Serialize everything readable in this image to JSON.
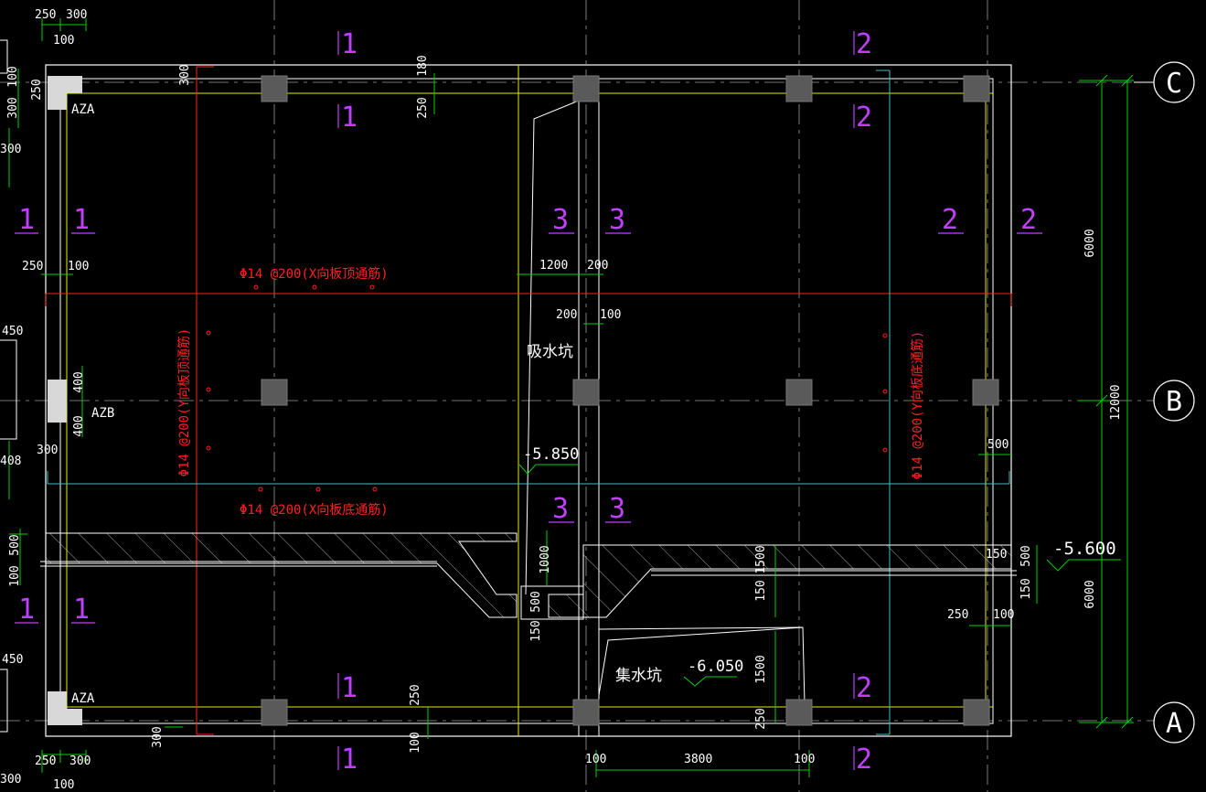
{
  "colors": {
    "background": "#000000",
    "white": "#ffffff",
    "grid": "#9a9a9a",
    "green": "#00d000",
    "red": "#ff2020",
    "yellow": "#e8e800",
    "magenta": "#c040ff",
    "cyan": "#40c0c0",
    "column": "#5a5a5a",
    "hatch": "#c8c8c8"
  },
  "axes": {
    "c": "C",
    "b": "B",
    "a": "A"
  },
  "section_marks": {
    "one": "1",
    "two": "2",
    "three": "3"
  },
  "labels": {
    "aza": "AZA",
    "azb": "AZB",
    "sump": "吸水坑",
    "pit": "集水坑",
    "rebar_x_top": "Φ14 @200(X向板顶通筋)",
    "rebar_x_bottom": "Φ14 @200(X向板底通筋)",
    "rebar_y_top": "Φ14 @200(Y向板顶通筋)",
    "rebar_y_bottom": "Φ14 @200(Y向板底通筋)",
    "elev_sump": "-5.850",
    "elev_slab": "-5.600",
    "elev_pit": "-6.050"
  },
  "dims": {
    "d250": "250",
    "d300": "300",
    "d100": "100",
    "d180": "180",
    "d400": "400",
    "d500": "500",
    "d150": "150",
    "d200": "200",
    "d1200": "1200",
    "d1000": "1000",
    "d1500": "1500",
    "d3800": "3800",
    "d6000": "6000",
    "d12000": "12000",
    "d408": "408",
    "d450": "450"
  }
}
